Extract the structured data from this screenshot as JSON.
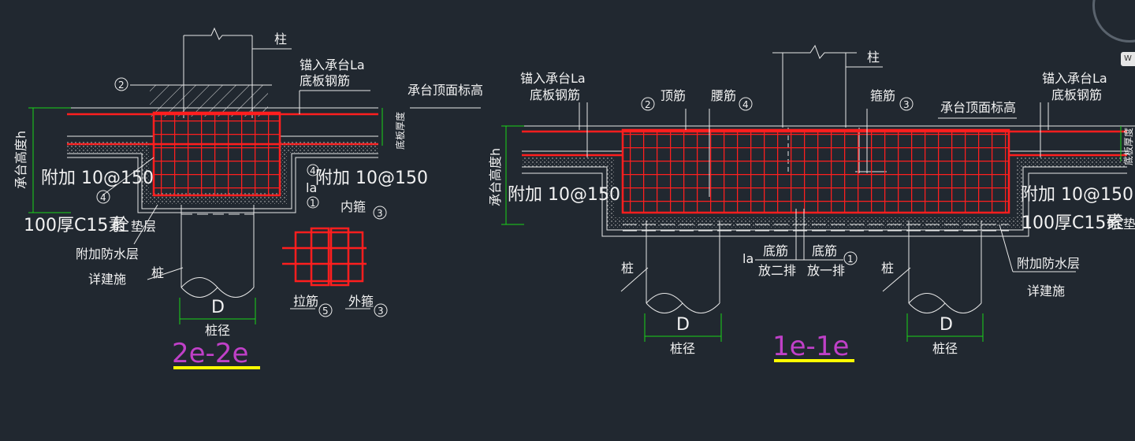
{
  "left": {
    "column": "柱",
    "anchor_line1": "锚入承台La",
    "anchor_line2": "底板钢筋",
    "cap_top_elev": "承台顶面标高",
    "cap_height": "承台高度h",
    "slab_thk": "底板厚度",
    "add_left": "附加 10@150",
    "add_right": "附加 10@150",
    "cushion_a": "100厚C15素",
    "cushion_b": "砼",
    "cushion_c": "垫层",
    "waterproof": "附加防水层",
    "arch_ref": "详建施",
    "pile": "桩",
    "dia": "D",
    "pile_dia": "桩径",
    "inner_stirrup": "内箍",
    "tie_bar": "拉筋",
    "outer_stirrup": "外箍",
    "la": "la",
    "title": "2e-2e",
    "n2": "2",
    "n4a": "4",
    "n4b": "4",
    "n1": "1",
    "n3a": "3",
    "n5": "5",
    "n3b": "3"
  },
  "right": {
    "column": "柱",
    "anchor_l1": "锚入承台La",
    "anchor_l2": "底板钢筋",
    "anchor_r1": "锚入承台La",
    "anchor_r2": "底板钢筋",
    "top_bar": "顶筋",
    "waist_bar": "腰筋",
    "stirrup": "箍筋",
    "cap_top_elev": "承台顶面标高",
    "cap_height": "承台高度h",
    "slab_thk_r": "底板厚度",
    "add_left": "附加 10@150",
    "add_right": "附加 10@150",
    "cushion_a": "100厚C15素",
    "cushion_b": "砼",
    "cushion_c": "垫层",
    "bottom_bar_a": "底筋",
    "bottom_bar_b": "底筋",
    "row2": "放二排",
    "row1": "放一排",
    "la": "la",
    "waterproof": "附加防水层",
    "arch_ref": "详建施",
    "pile_l": "桩",
    "pile_r": "桩",
    "dia_l": "D",
    "dia_r": "D",
    "pile_dia_l": "桩径",
    "pile_dia_r": "桩径",
    "title": "1e-1e",
    "n2": "2",
    "n4": "4",
    "n3": "3",
    "n1": "1"
  },
  "nav_label": "W",
  "colors": {
    "background": "#212830",
    "rebar": "#ff1e1e",
    "dimension": "#19d419",
    "title": "#c040c8",
    "title_underline": "#ffff00",
    "linework": "#e8e8e8"
  }
}
